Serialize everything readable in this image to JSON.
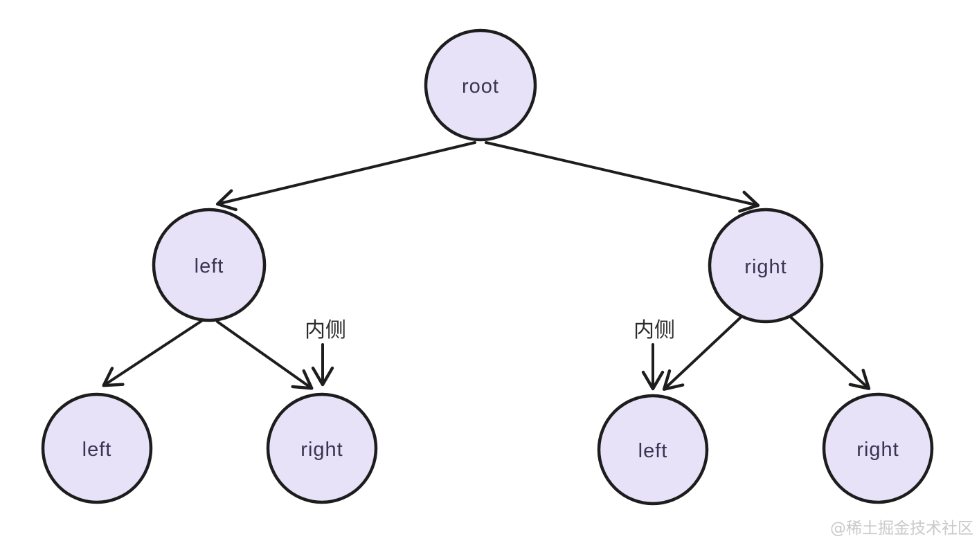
{
  "colors": {
    "background": "#ffffff",
    "node_fill": "#e7e2f7",
    "node_stroke": "#1d1d1d",
    "edge_stroke": "#1d1d1d",
    "node_label": "#3b3353",
    "annotation": "#2b2b2b",
    "watermark": "#c9c9c9"
  },
  "diagram": {
    "type": "binary-tree",
    "nodes": {
      "root": {
        "label": "root"
      },
      "left": {
        "label": "left"
      },
      "right": {
        "label": "right"
      },
      "left_left": {
        "label": "left"
      },
      "left_right": {
        "label": "right"
      },
      "right_left": {
        "label": "left"
      },
      "right_right": {
        "label": "right"
      }
    },
    "annotations": {
      "inner_left": {
        "label": "内侧"
      },
      "inner_right": {
        "label": "内侧"
      }
    }
  },
  "watermark": {
    "text": "@稀土掘金技术社区"
  }
}
